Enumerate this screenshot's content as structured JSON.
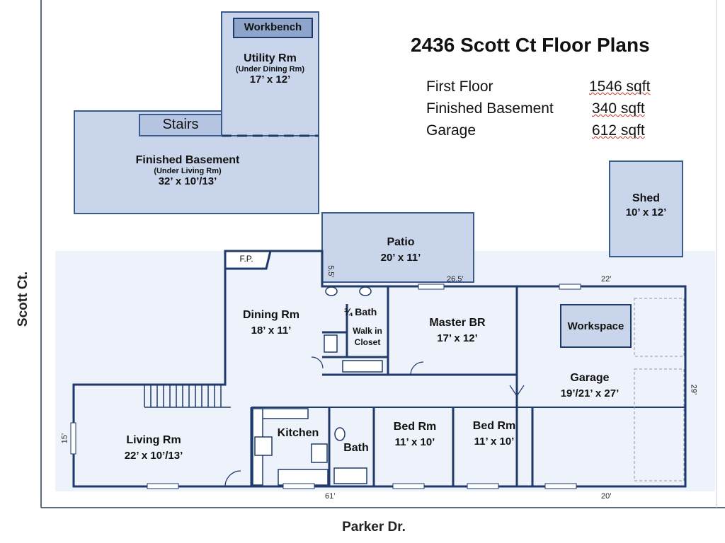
{
  "streets": {
    "left": "Scott Ct.",
    "bottom": "Parker Dr."
  },
  "title": "2436 Scott Ct Floor Plans",
  "areas": [
    {
      "label": "First Floor",
      "value": "1546 sqft"
    },
    {
      "label": "Finished Basement",
      "value": "340 sqft"
    },
    {
      "label": "Garage",
      "value": "612 sqft"
    }
  ],
  "rooms": {
    "workbench": {
      "name": "Workbench"
    },
    "utility": {
      "name": "Utility Rm",
      "note": "(Under Dining Rm)",
      "dim": "17’ x 12’"
    },
    "stairs": {
      "name": "Stairs"
    },
    "basement": {
      "name": "Finished Basement",
      "note": "(Under Living Rm)",
      "dim": "32’ x 10’/13’"
    },
    "patio": {
      "name": "Patio",
      "dim": "20’ x 11’"
    },
    "shed": {
      "name": "Shed",
      "dim": "10’ x 12’"
    },
    "fireplace": {
      "name": "F.P."
    },
    "dining": {
      "name": "Dining Rm",
      "dim": "18’ x 11’"
    },
    "bath34": {
      "name": "¾ Bath"
    },
    "closet": {
      "name": "Walk in Closet"
    },
    "master": {
      "name": "Master BR",
      "dim": "17’ x 12’"
    },
    "workspace": {
      "name": "Workspace"
    },
    "garage": {
      "name": "Garage",
      "dim": "19’/21’ x 27’"
    },
    "living": {
      "name": "Living Rm",
      "dim": "22’ x 10’/13’"
    },
    "kitchen": {
      "name": "Kitchen"
    },
    "bath": {
      "name": "Bath"
    },
    "bed1": {
      "name": "Bed Rm",
      "dim": "11’ x 10’"
    },
    "bed2": {
      "name": "Bed Rm",
      "dim": "11’ x 10’"
    }
  },
  "dimensions": {
    "patio_side": "5.5’",
    "rear_wall": "26.5’",
    "garage_rear": "22’",
    "garage_side": "29’",
    "living_side": "15’",
    "front_house": "61’",
    "front_garage": "20’"
  },
  "colors": {
    "wall": "#1f3a6b",
    "room_fill": "#eef2fa",
    "box_fill": "#c9d5ea",
    "box_stroke": "#3a5a8c",
    "lot_line": "#5a6b80"
  }
}
